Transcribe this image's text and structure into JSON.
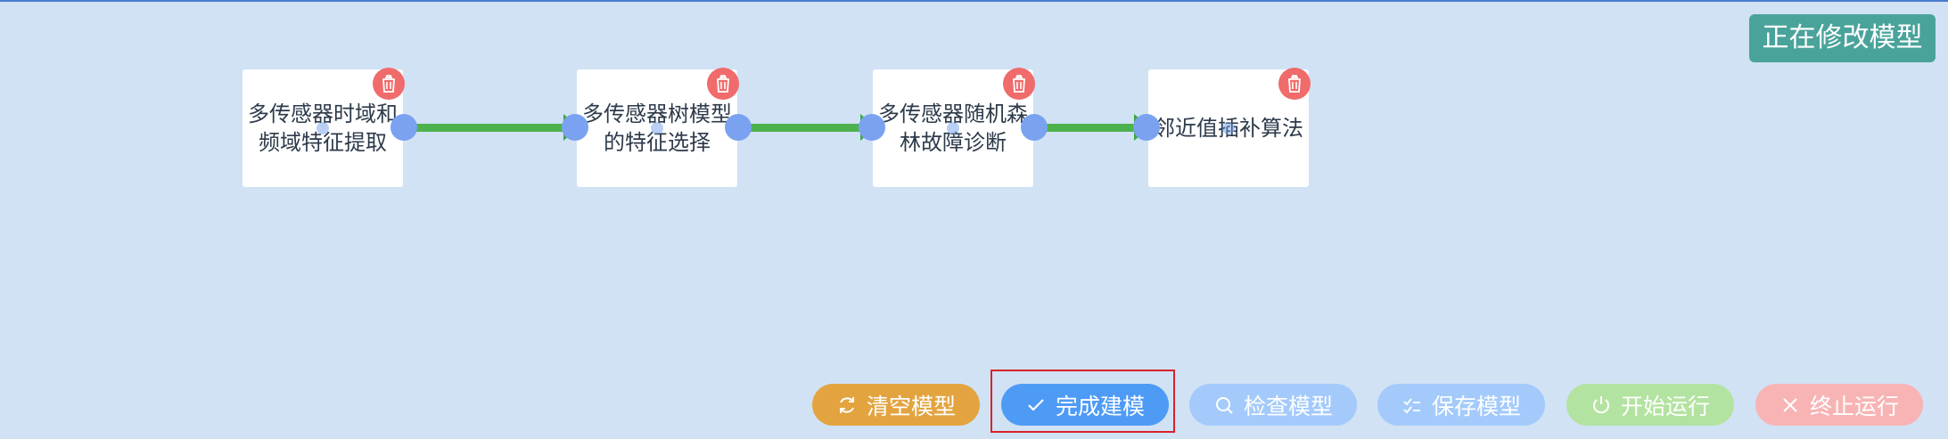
{
  "status": {
    "label": "正在修改模型",
    "color": "#4aa39b"
  },
  "flow": {
    "nodes": [
      {
        "line1": "多传感器时域和",
        "line2": "频域特征提取"
      },
      {
        "line1": "多传感器树模型",
        "line2": "的特征选择"
      },
      {
        "line1": "多传感器随机森",
        "line2": "林故障诊断"
      },
      {
        "line1": "邻近值插补算法",
        "line2": ""
      }
    ],
    "edge_color": "#4db24e",
    "delete_icon": "trash-icon"
  },
  "toolbar": {
    "clear": {
      "label": "清空模型",
      "icon": "refresh-icon",
      "color": "#e3a440"
    },
    "finish": {
      "label": "完成建模",
      "icon": "check-icon",
      "color": "#4e9bf6"
    },
    "check": {
      "label": "检查模型",
      "icon": "search-icon",
      "color": "#a3cafb"
    },
    "save": {
      "label": "保存模型",
      "icon": "list-check-icon",
      "color": "#a3cafb"
    },
    "start": {
      "label": "开始运行",
      "icon": "power-icon",
      "color": "#b3e3a0"
    },
    "stop": {
      "label": "终止运行",
      "icon": "close-icon",
      "color": "#f8b4b4"
    }
  }
}
